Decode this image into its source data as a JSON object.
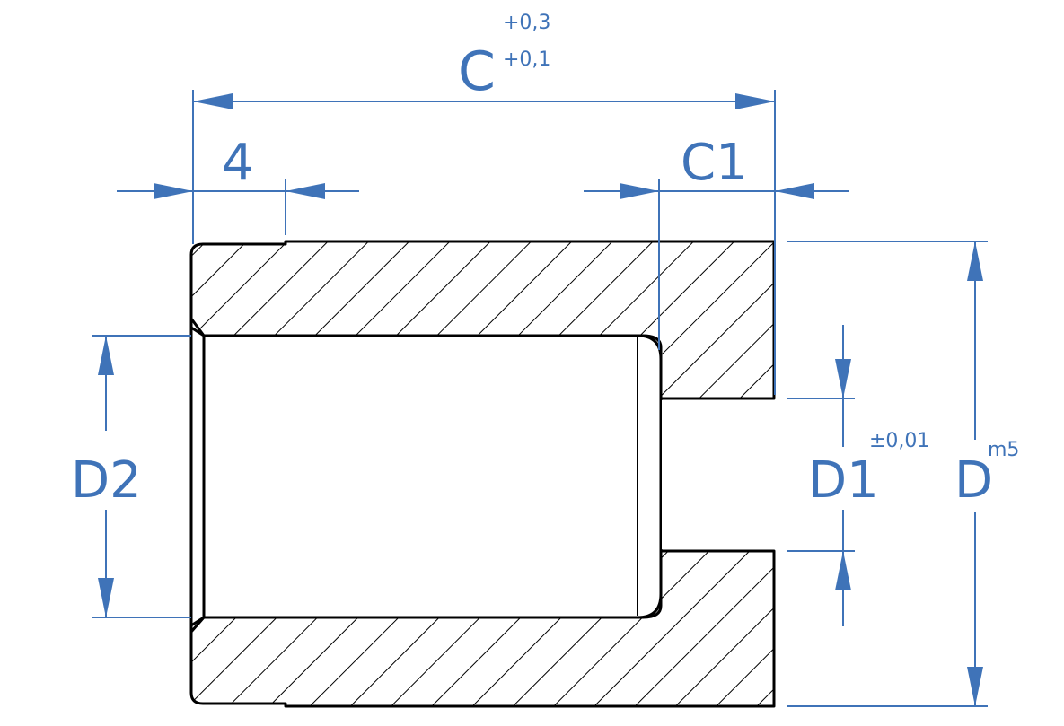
{
  "drawing": {
    "colors": {
      "dimension": "#3f73b8",
      "outline": "#000000",
      "hatch": "#000000",
      "background": "#ffffff"
    },
    "dimensions": {
      "overall_length": {
        "label": "C",
        "tol_upper": "+0,3",
        "tol_lower": "+0,1"
      },
      "chamfer_length": {
        "label": "4"
      },
      "bore_length": {
        "label": "C1"
      },
      "counterbore_diameter": {
        "label": "D2"
      },
      "bore_diameter": {
        "label": "D1",
        "tolerance": "±0,01"
      },
      "outer_diameter": {
        "label": "D",
        "fit": "m5"
      }
    }
  }
}
